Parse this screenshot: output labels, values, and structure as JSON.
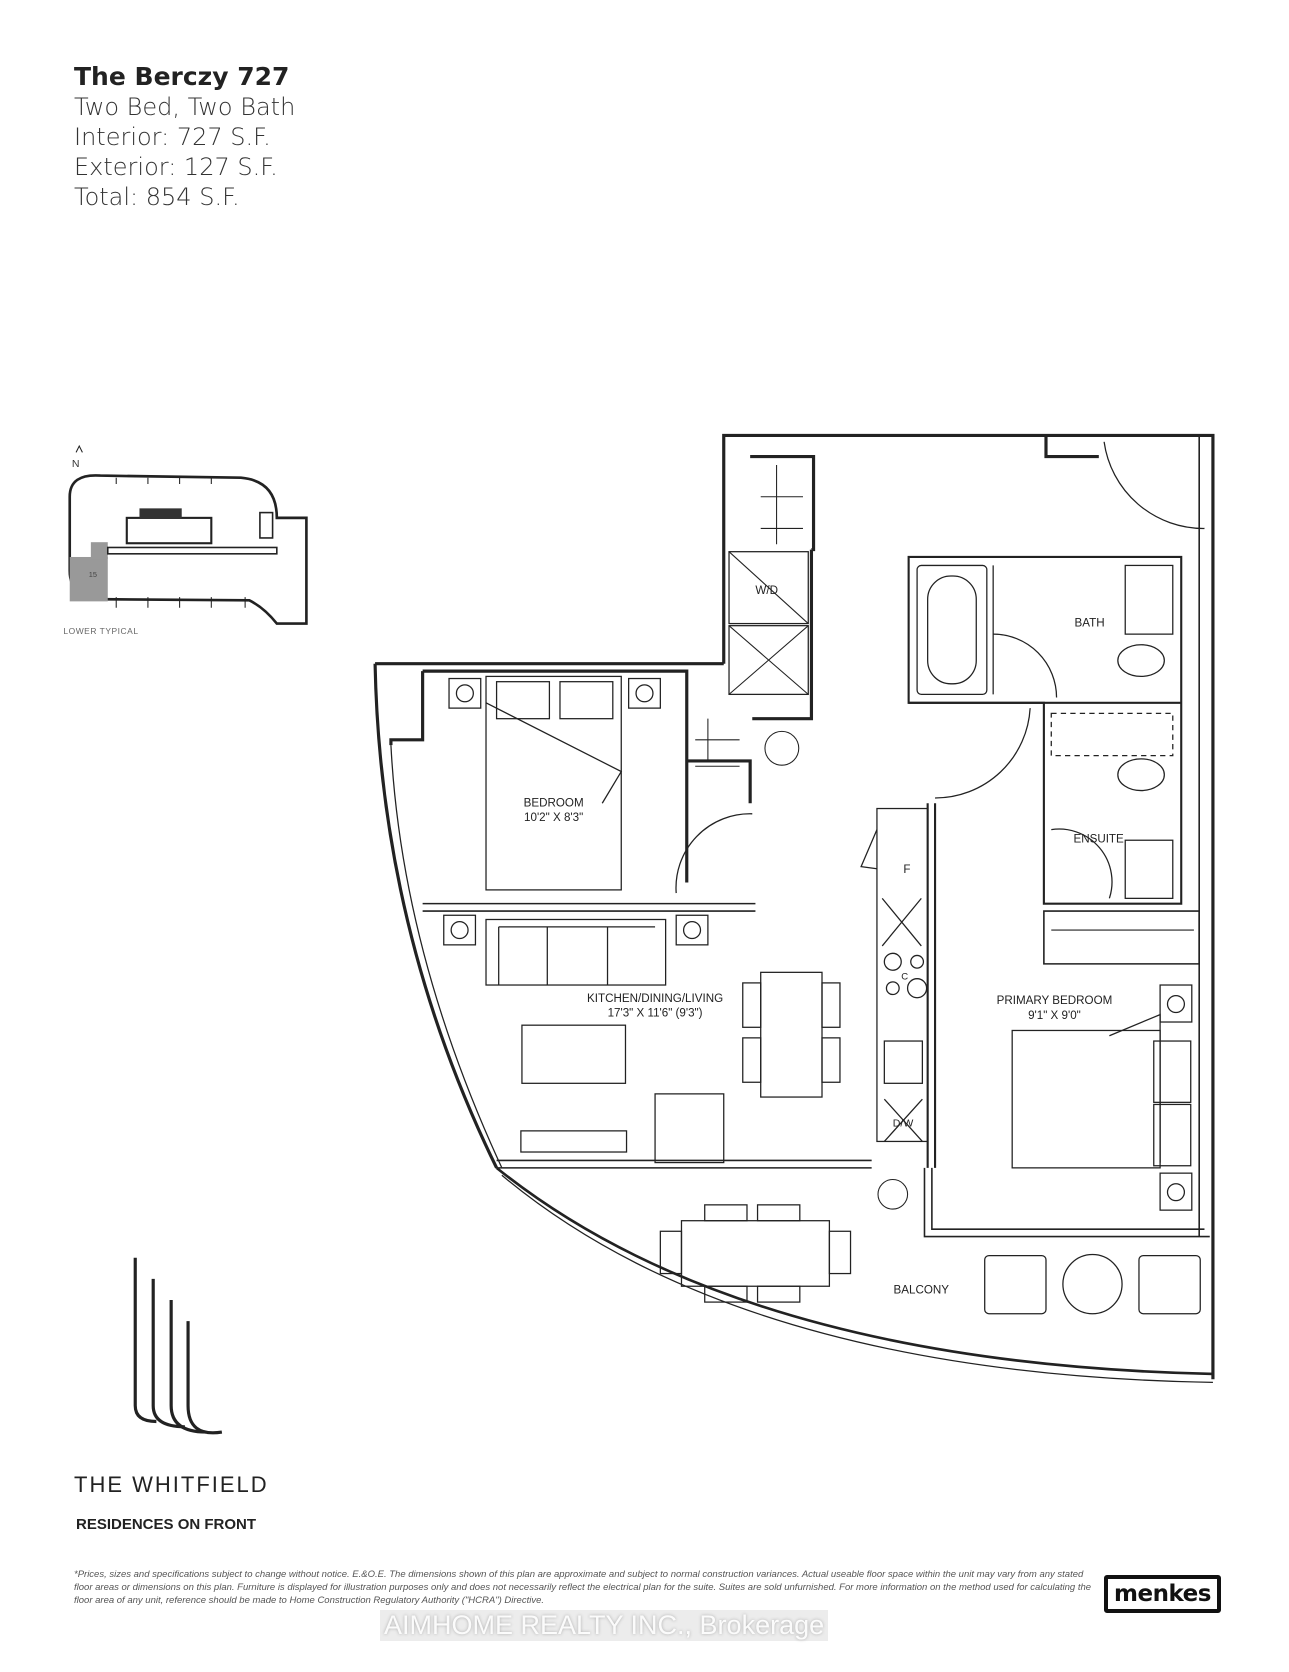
{
  "header": {
    "title": "The Berczy 727",
    "type": "Two Bed, Two Bath",
    "interior": "Interior: 727 S.F.",
    "exterior": "Exterior: 127 S.F.",
    "total": "Total: 854 S.F."
  },
  "key_plan": {
    "north": "N",
    "unit_number": "15",
    "label": "LOWER TYPICAL"
  },
  "rooms": {
    "bedroom": {
      "name": "BEDROOM",
      "size": "10'2\" X 8'3\""
    },
    "living": {
      "name": "KITCHEN/DINING/LIVING",
      "size": "17'3\" X 11'6\" (9'3\")"
    },
    "primary": {
      "name": "PRIMARY BEDROOM",
      "size": "9'1\" X 9'0\""
    },
    "bath": "BATH",
    "ensuite": "ENSUITE",
    "balcony": "BALCONY",
    "wd": "W/D",
    "fridge": "F",
    "cooktop": "C",
    "dishwasher": "D/W"
  },
  "brand": {
    "name": "THE WHITFIELD",
    "subtitle": "RESIDENCES ON FRONT",
    "developer": "menkes"
  },
  "disclaimer": "*Prices, sizes and specifications subject to change without notice. E.&O.E. The dimensions shown of this plan are approximate and subject to normal construction variances. Actual useable floor space within the unit may vary from any stated floor areas or dimensions on this plan. Furniture is displayed for illustration purposes only and does not necessarily reflect the electrical plan for the suite. Suites are sold unfurnished. For more information on the method used for calculating the floor area of any unit, reference should be made to Home Construction Regulatory Authority (\"HCRA\") Directive.",
  "watermark": "AIMHOME REALTY INC., Brokerage"
}
